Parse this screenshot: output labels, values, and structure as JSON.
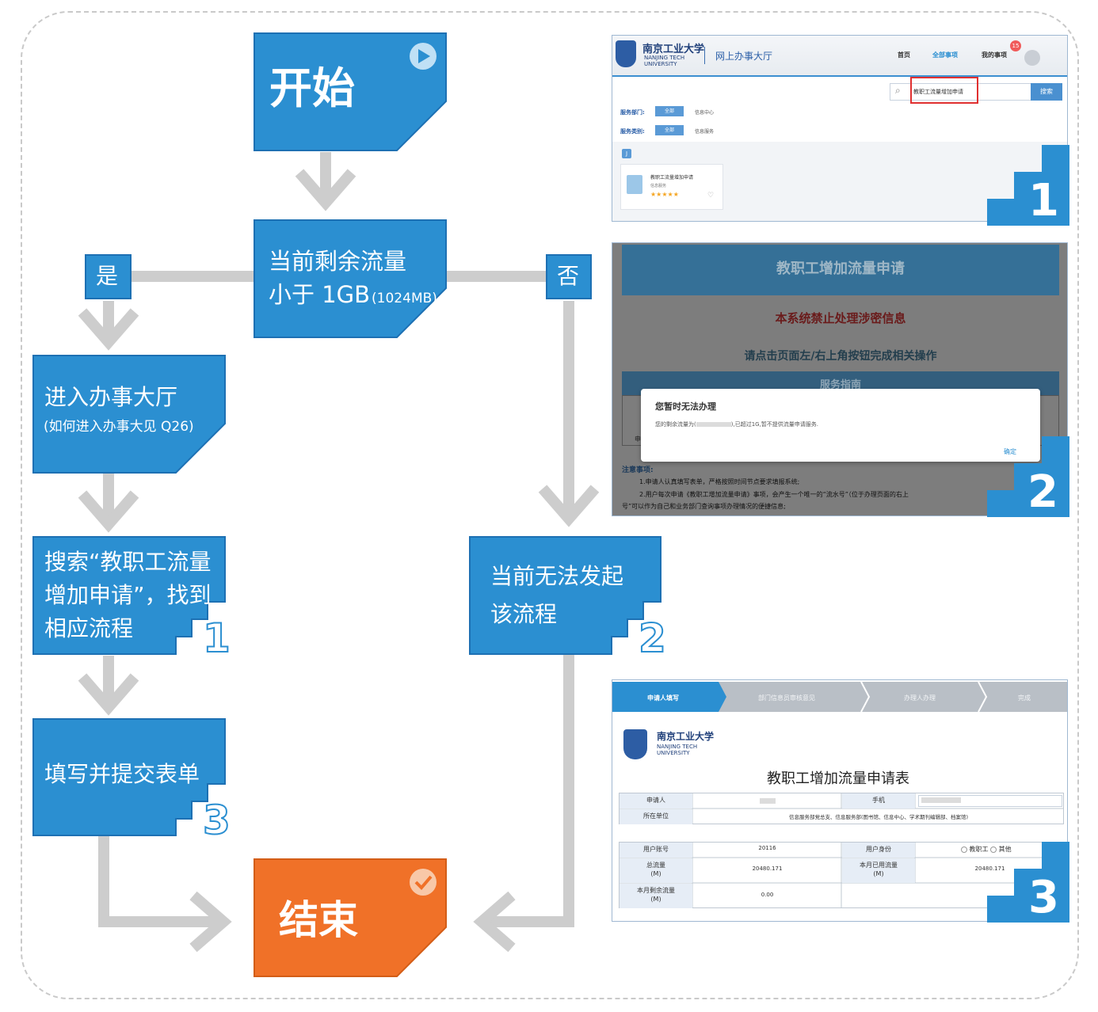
{
  "flow": {
    "start": "开始",
    "decision_line1": "当前剩余流量",
    "decision_line2_main": "小于 1GB",
    "decision_line2_small": "(1024MB)",
    "yes": "是",
    "no": "否",
    "enter_hall": "进入办事大厅",
    "enter_hall_note": "(如何进入办事大见 Q26)",
    "search_line1": "搜索“教职工流量",
    "search_line2": "增加申请”，找到",
    "search_line3": "相应流程",
    "fill_form": "填写并提交表单",
    "cannot_line1": "当前无法发起",
    "cannot_line2": "该流程",
    "end": "结束",
    "step_1": "1",
    "step_2": "2",
    "step_3": "3"
  },
  "shot1": {
    "univ_cn": "南京工业大学",
    "univ_en1": "NANJING TECH",
    "univ_en2": "UNIVERSITY",
    "portal": "网上办事大厅",
    "nav_home": "首页",
    "nav_all": "全部事项",
    "nav_mine": "我的事项",
    "badge": "15",
    "search_text": "教职工流量增加申请",
    "search_btn": "搜索",
    "dept_label": "服务部门:",
    "dept_all": "全部",
    "dept_opt": "信息中心",
    "cat_label": "服务类别:",
    "cat_all": "全部",
    "cat_opt": "信息服务",
    "letter": "J",
    "card_title": "教职工流量增加申请",
    "card_sub": "信息服务",
    "card_stars": "★★★★★",
    "card_heart": "♡"
  },
  "shot2": {
    "title": "教职工增加流量申请",
    "warn": "本系统禁止处理涉密信息",
    "hint": "请点击页面左/右上角按钮完成相关操作",
    "guide": "服务指南",
    "dlg_title": "您暂时无法办理",
    "dlg_text_a": "您的剩余流量为(",
    "dlg_text_b": "),已超过1G,暂不提供流量申请服务.",
    "dlg_ok": "确定",
    "side_char": "申",
    "notes_title": "注意事项:",
    "note1": "1.申请人认真填写表单，严格按照时间节点要求填报系统;",
    "note2": "2.用户每次申请《教职工增加流量申请》事项，会产生一个唯一的“流水号”（位于办理页面的右上",
    "note3": "号”可以作为自己和业务部门查询事项办理情况的便捷信息;"
  },
  "shot3": {
    "steps": [
      "申请人填写",
      "部门信息员审核意见",
      "办理人办理",
      "完成"
    ],
    "univ_cn": "南京工业大学",
    "univ_en1": "NANJING TECH",
    "univ_en2": "UNIVERSITY",
    "form_title": "教职工增加流量申请表",
    "r1_l1": "申请人",
    "r1_v1": "",
    "r1_l2": "手机",
    "r1_v2": "",
    "r2_l1": "所在单位",
    "r2_v1": "信息服务部党总支、信息服务部(图书馆、信息中心、学术期刊编辑部、档案馆)",
    "r3_l1": "用户账号",
    "r3_v1": "20116",
    "r3_l2": "用户身份",
    "r3_opt1": "教职工",
    "r3_opt2": "其他",
    "r4_l1a": "总流量",
    "r4_l1b": "(M)",
    "r4_v1": "20480.171",
    "r4_l2a": "本月已用流量",
    "r4_l2b": "(M)",
    "r4_v2": "20480.171",
    "r5_l1a": "本月剩余流量",
    "r5_l1b": "(M)",
    "r5_v1": "0.00"
  },
  "colors": {
    "blue": "#2b8fd1",
    "blue_dark": "#1d70b3",
    "orange": "#f07128",
    "arrow_gray": "#cdcdcd",
    "red": "#d32f2f"
  }
}
